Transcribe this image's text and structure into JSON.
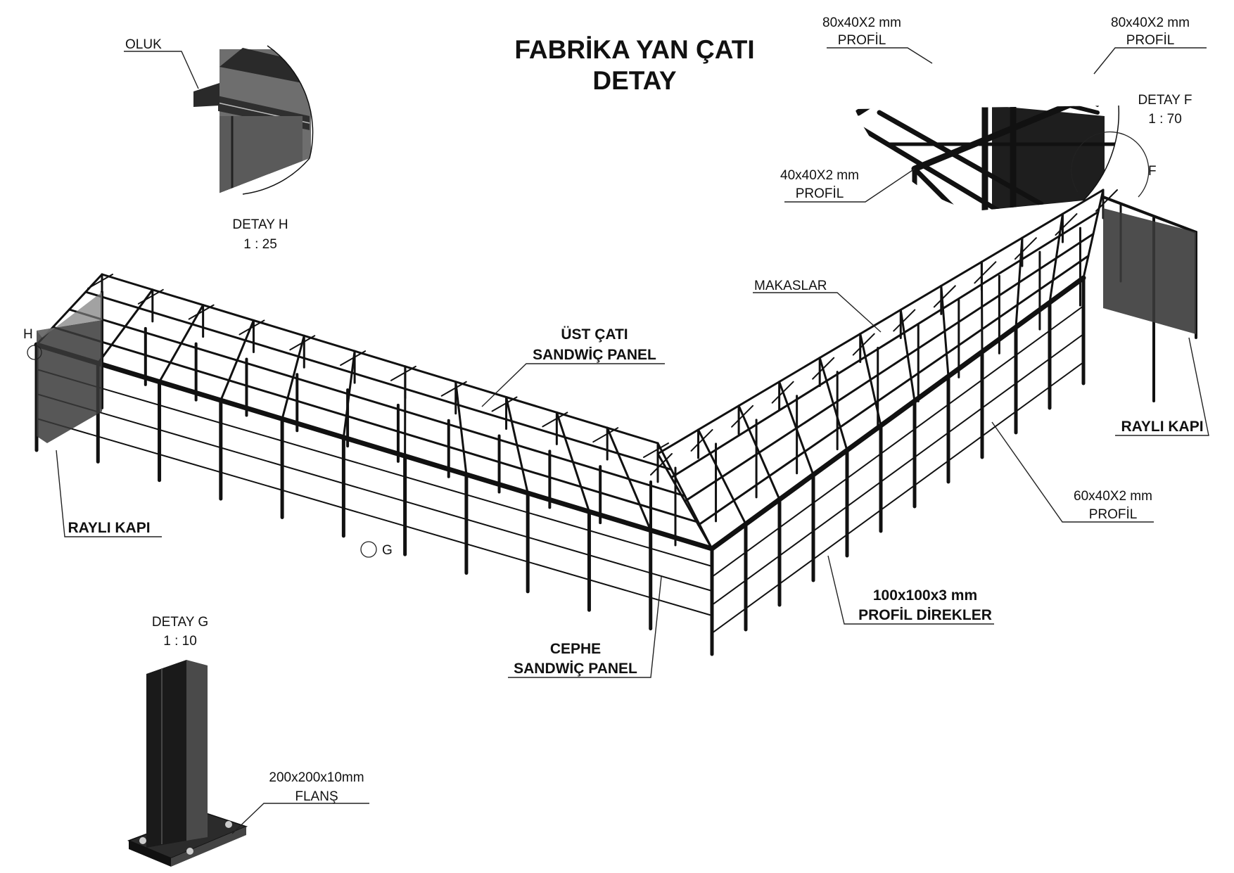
{
  "title": {
    "line1": "FABRİKA YAN ÇATI",
    "line2": "DETAY"
  },
  "details": {
    "H": {
      "name": "DETAY H",
      "scale": "1 : 25",
      "marker": "H",
      "label_oluk": "OLUK"
    },
    "F": {
      "name": "DETAY F",
      "scale": "1 : 70",
      "marker": "F",
      "profile_left_size": "80x40X2 mm",
      "profile_left_word": "PROFİL",
      "profile_right_size": "80x40X2 mm",
      "profile_right_word": "PROFİL",
      "profile_bottom_size": "40x40X2 mm",
      "profile_bottom_word": "PROFİL"
    },
    "G": {
      "name": "DETAY G",
      "scale": "1 : 10",
      "marker": "G",
      "flange_size": "200x200x10mm",
      "flange_word": "FLANŞ"
    }
  },
  "callouts": {
    "makaslar": "MAKASLAR",
    "ust_cati_1": "ÜST ÇATI",
    "ust_cati_2": "SANDWİÇ PANEL",
    "rayli_kapi_left": "RAYLI KAPI",
    "rayli_kapi_right": "RAYLI KAPI",
    "cephe_1": "CEPHE",
    "cephe_2": "SANDWİÇ PANEL",
    "direk_1": "100x100x3 mm",
    "direk_2": "PROFİL DİREKLER",
    "profil60_1": "60x40X2 mm",
    "profil60_2": "PROFİL"
  },
  "colors": {
    "line": "#111111",
    "panel": "#3a3a3a",
    "panel_light": "#7a7a7a",
    "background": "#ffffff"
  }
}
